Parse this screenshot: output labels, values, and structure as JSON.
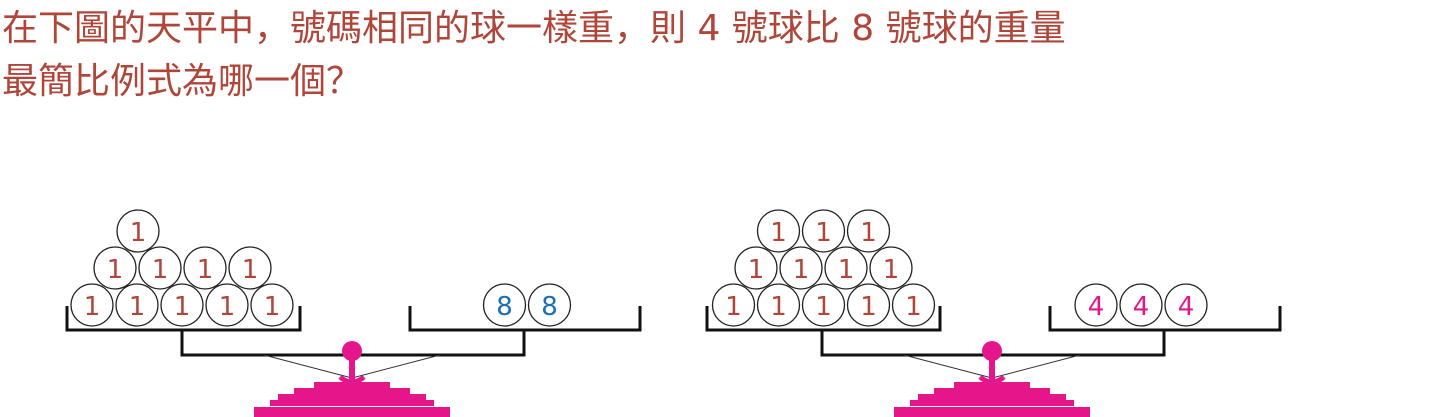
{
  "question": {
    "line1": "在下圖的天平中，號碼相同的球一樣重，則 4 號球比 8 號球的重量",
    "line2": "最簡比例式為哪一個？"
  },
  "colors": {
    "question_text": "#b0463a",
    "balance": "#e5168a",
    "beam": "#111111",
    "ball_1_text": "#b0463a",
    "ball_8_text": "#1a6fb5",
    "ball_4_text": "#e5168a"
  },
  "balances": [
    {
      "left_pan": {
        "rows": [
          [
            "1"
          ],
          [
            "1",
            "1",
            "1",
            "1"
          ],
          [
            "1",
            "1",
            "1",
            "1",
            "1"
          ]
        ]
      },
      "right_pan": {
        "rows": [
          [
            "8",
            "8"
          ]
        ]
      }
    },
    {
      "left_pan": {
        "rows": [
          [
            "1",
            "1",
            "1"
          ],
          [
            "1",
            "1",
            "1",
            "1"
          ],
          [
            "1",
            "1",
            "1",
            "1",
            "1"
          ]
        ]
      },
      "right_pan": {
        "rows": [
          [
            "4",
            "4",
            "4"
          ]
        ]
      }
    }
  ]
}
